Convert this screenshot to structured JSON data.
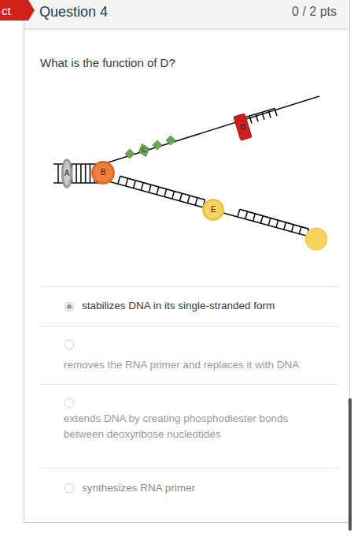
{
  "diagram": {
    "title": "Question 4",
    "nodes": [
      {
        "text": [
          "A"
        ]
      },
      {
        "text": [
          "B"
        ]
      },
      {
        "text": [
          "C"
        ]
      },
      {
        "text": [
          "D"
        ]
      },
      {
        "text": [
          "E"
        ]
      }
    ],
    "labels": [
      "ct",
      "0 / 2 pts",
      "What is the function of D?",
      "stabilizes DNA in its single-stranded form",
      "removes the RNA primer and replaces it with DNA",
      "extends DNA by creating phosphodiester bonds between deoxyribose nucleotides",
      "synthesizes RNA primer"
    ]
  }
}
